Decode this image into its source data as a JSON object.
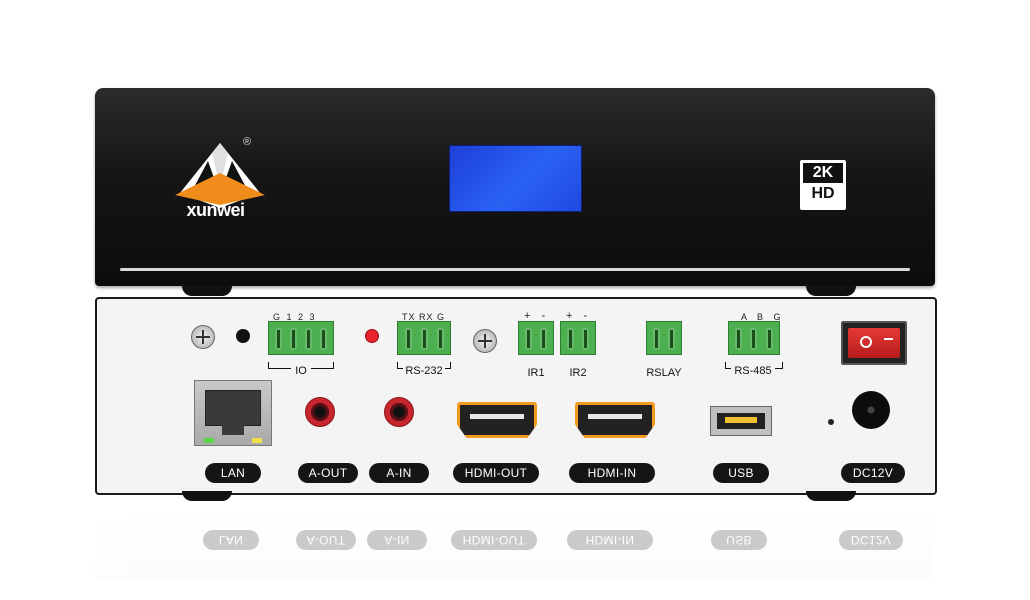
{
  "front": {
    "brand": "xunwei",
    "registered": "®",
    "badge_top": "2K",
    "badge_bottom": "HD"
  },
  "back": {
    "io_pins": "G 1 2 3",
    "io_label": "IO",
    "rs232_pins": "TX RX G",
    "rs232_label": "RS-232",
    "ir1_pins": "+ -",
    "ir1_label": "IR1",
    "ir2_pins": "+ -",
    "ir2_label": "IR2",
    "relay_label": "RSLAY",
    "rs485_pins": "A B G",
    "rs485_label": "RS-485",
    "ports": [
      "LAN",
      "A-OUT",
      "A-IN",
      "HDMI-OUT",
      "HDMI-IN",
      "USB",
      "DC12V"
    ]
  },
  "colors": {
    "lcd": "#2a62f2",
    "terminal_green": "#4caf50",
    "hdmi_orange": "#f39a1f",
    "jack_red": "#c8262f",
    "switch_red": "#e53935"
  }
}
